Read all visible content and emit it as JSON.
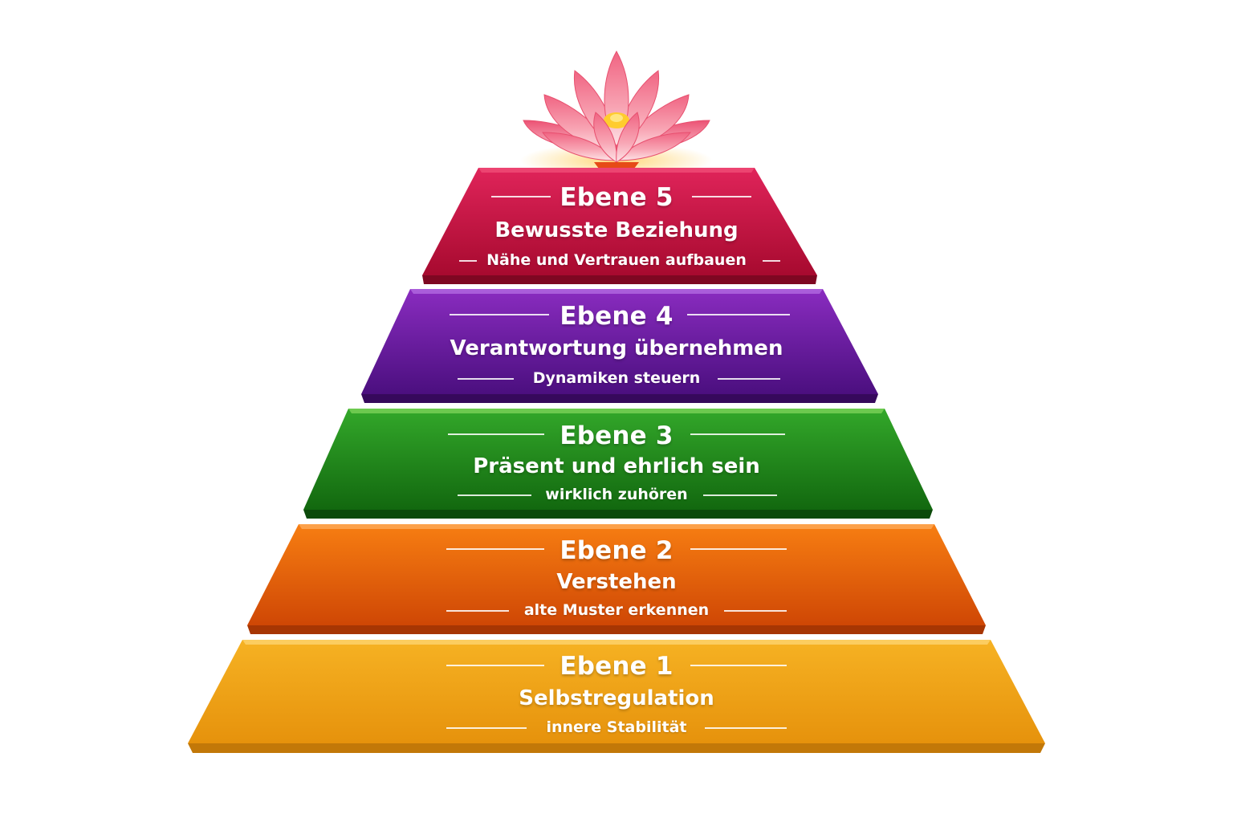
{
  "pyramid": {
    "levels": [
      {
        "number_label": "Ebene 5",
        "title": "Bewusste Beziehung",
        "subtitle": "Nähe und Vertrauen aufbauen",
        "color": "#c8103e"
      },
      {
        "number_label": "Ebene 4",
        "title": "Verantwortung übernehmen",
        "subtitle": "Dynamiken steuern",
        "color": "#6a1c9c"
      },
      {
        "number_label": "Ebene 3",
        "title": "Präsent und ehrlich sein",
        "subtitle": "wirklich zuhören",
        "color": "#1f8a1c"
      },
      {
        "number_label": "Ebene 2",
        "title": "Verstehen",
        "subtitle": "alte Muster erkennen",
        "color": "#e9620a"
      },
      {
        "number_label": "Ebene 1",
        "title": "Selbstregulation",
        "subtitle": "innere Stabilität",
        "color": "#f0a416"
      }
    ],
    "top_icon": "lotus-flower-icon"
  }
}
